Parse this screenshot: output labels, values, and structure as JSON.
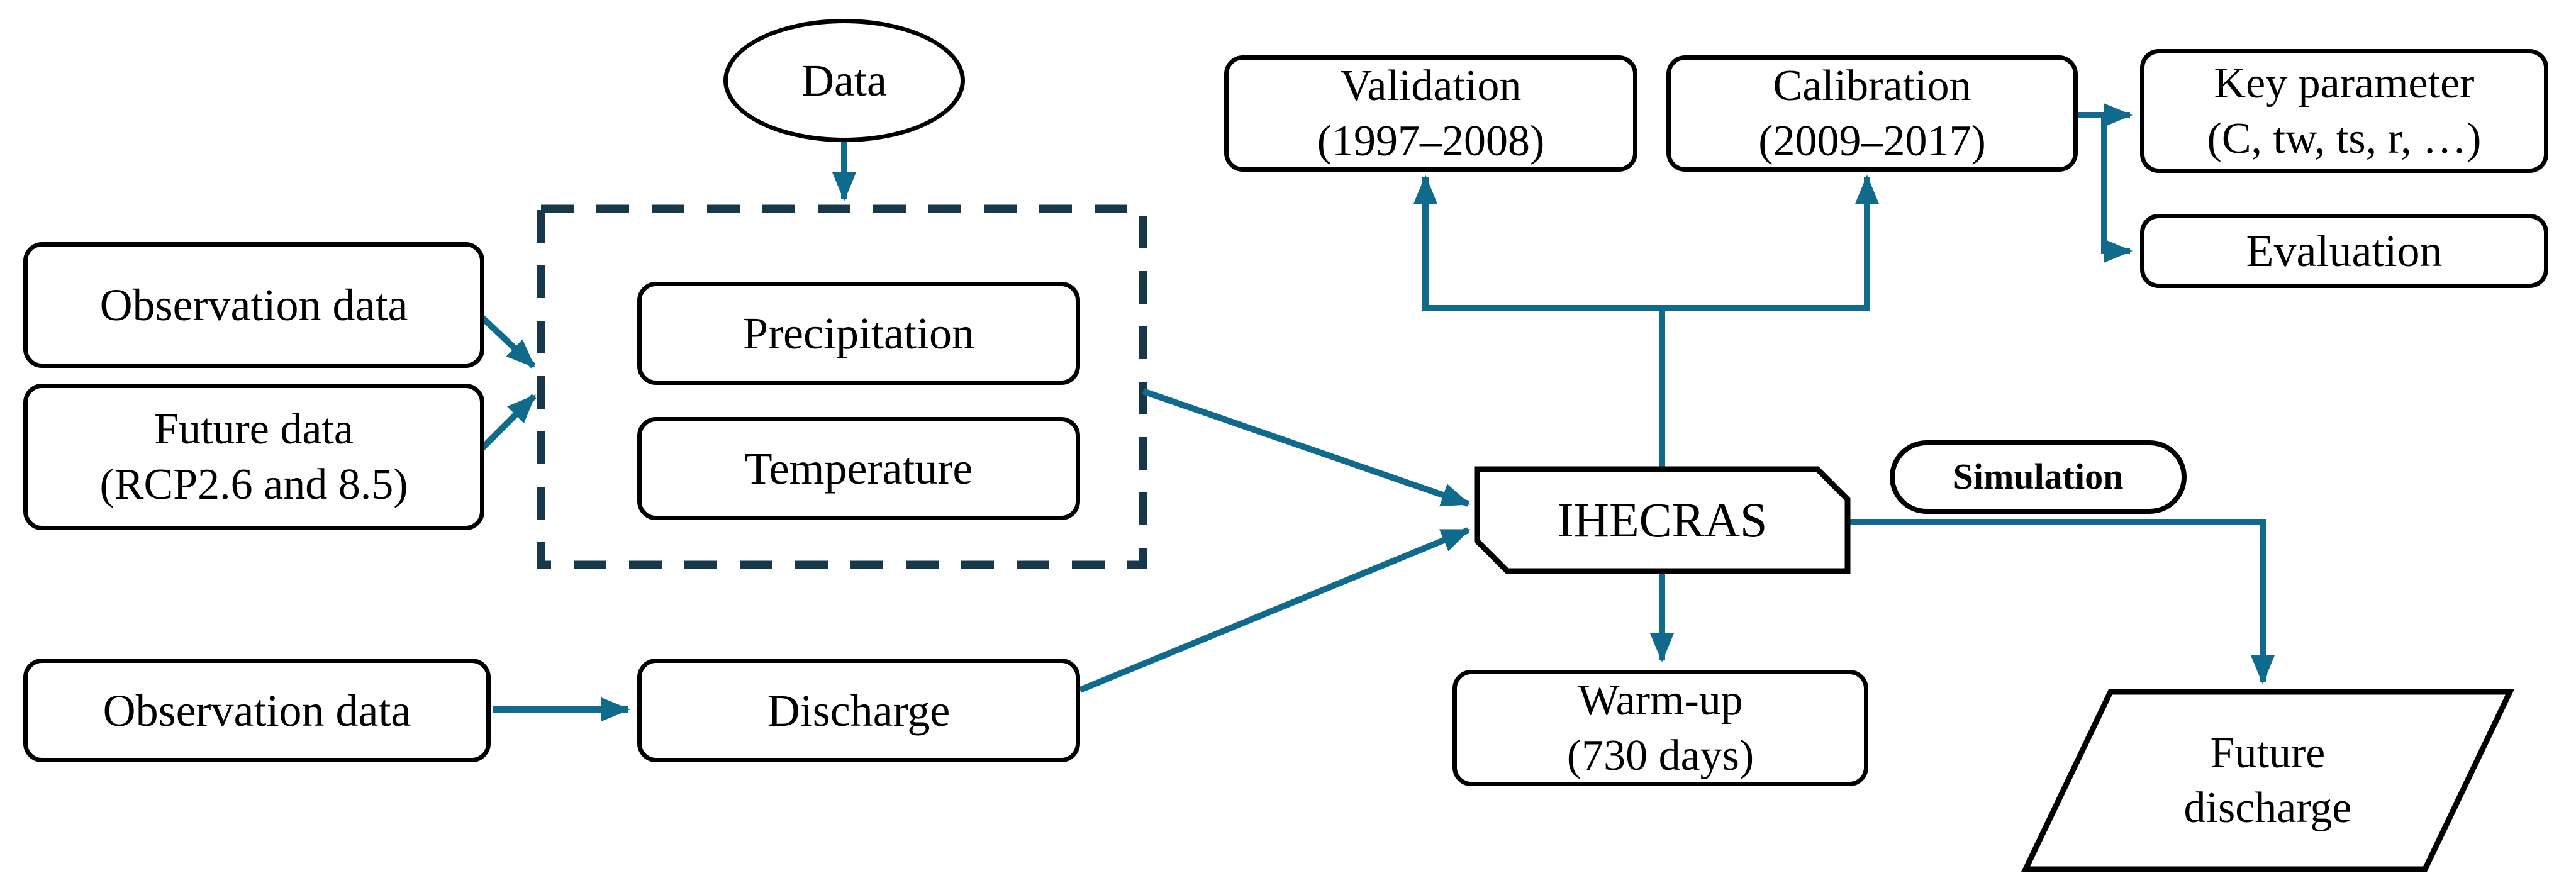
{
  "figure": {
    "background": "#ffffff",
    "colors": {
      "connector": "#0f6a8c",
      "dashed_container_border": "#16384a",
      "node_border": "#000000",
      "node_fill": "#ffffff",
      "text": "#000000"
    },
    "nodes": {
      "data": {
        "label": "Data"
      },
      "observation_data_top": {
        "label": "Observation data"
      },
      "future_data": {
        "line1": "Future data",
        "line2": "(RCP2.6 and 8.5)"
      },
      "precipitation": {
        "label": "Precipitation"
      },
      "temperature": {
        "label": "Temperature"
      },
      "observation_data_bottom": {
        "label": "Observation data"
      },
      "discharge": {
        "label": "Discharge"
      },
      "validation": {
        "line1": "Validation",
        "line2": "(1997–2008)"
      },
      "calibration": {
        "line1": "Calibration",
        "line2": "(2009–2017)"
      },
      "key_parameter": {
        "line1": "Key parameter",
        "line2": "(C, tw, ts, r, …)"
      },
      "evaluation": {
        "label": "Evaluation"
      },
      "ihecras": {
        "label": "IHECRAS"
      },
      "simulation": {
        "label": "Simulation"
      },
      "warm_up": {
        "line1": "Warm-up",
        "line2": "(730 days)"
      },
      "future_discharge": {
        "line1": "Future",
        "line2": "discharge"
      }
    }
  }
}
